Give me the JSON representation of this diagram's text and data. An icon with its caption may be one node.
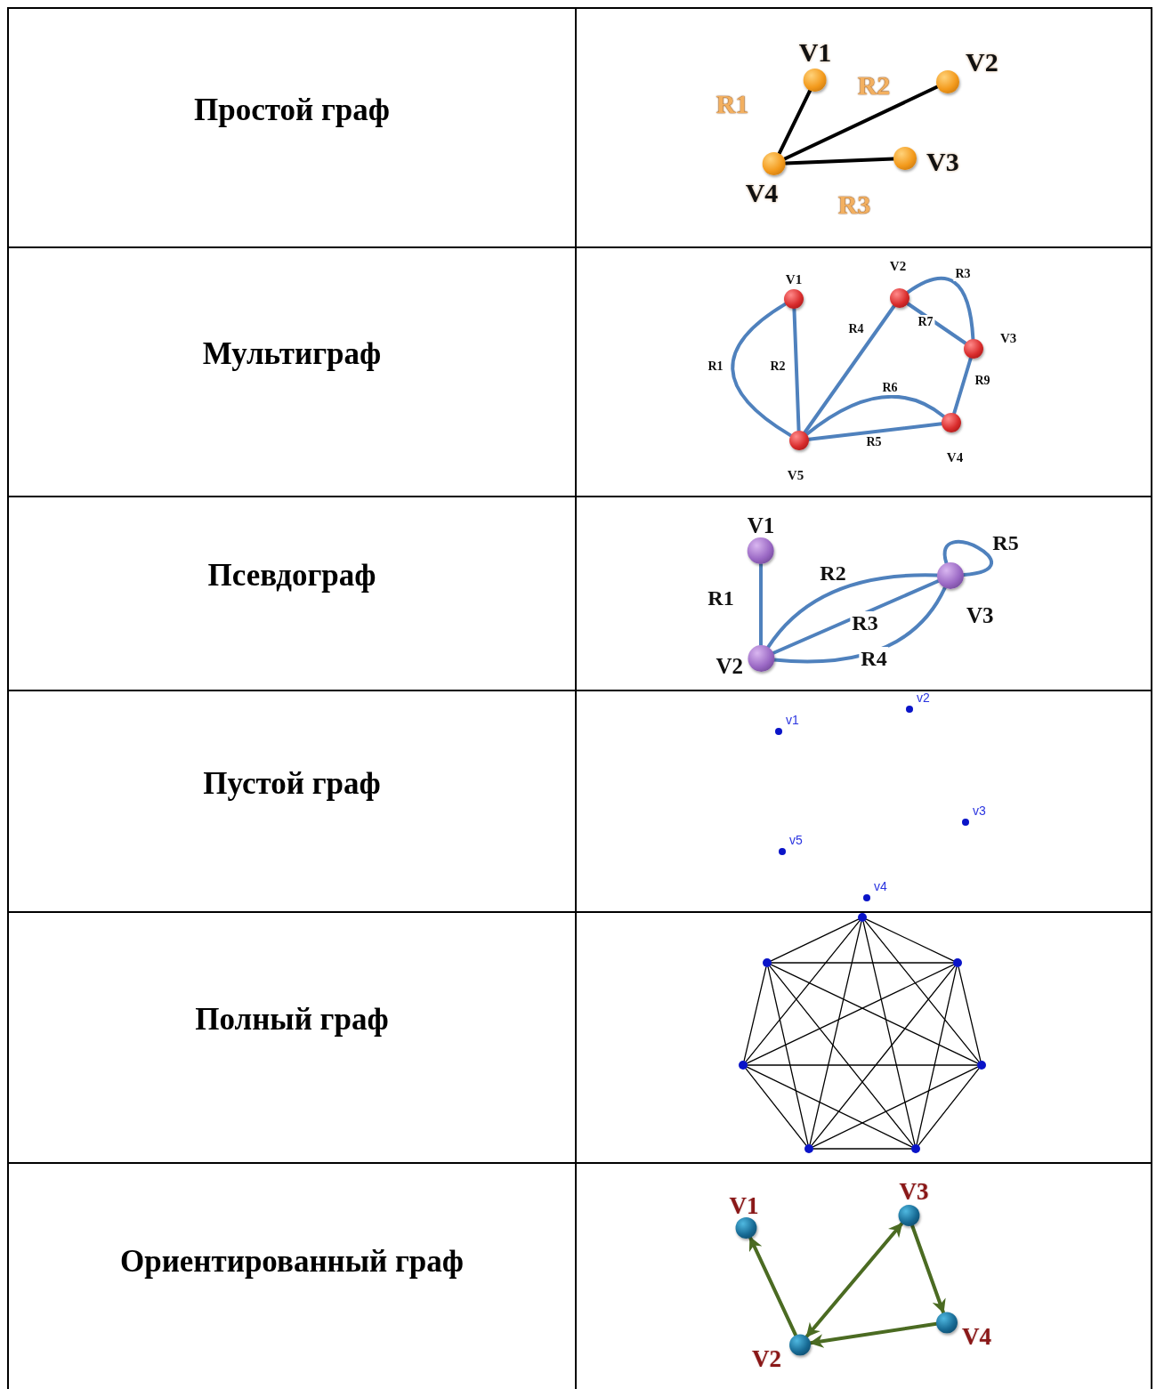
{
  "diagram": {
    "nodes": [
      {
        "text": [
          "V1"
        ]
      },
      {
        "text": [
          "V2"
        ]
      },
      {
        "text": [
          "V3"
        ]
      },
      {
        "text": [
          "V4"
        ]
      },
      {
        "text": [
          "V1"
        ]
      },
      {
        "text": [
          "V2"
        ]
      },
      {
        "text": [
          "V3"
        ]
      },
      {
        "text": [
          "V4"
        ]
      },
      {
        "text": [
          "V5"
        ]
      },
      {
        "text": [
          "V1"
        ]
      },
      {
        "text": [
          "V2"
        ]
      },
      {
        "text": [
          "V3"
        ]
      },
      {
        "text": [
          "v1"
        ]
      },
      {
        "text": [
          "v2"
        ]
      },
      {
        "text": [
          "v3"
        ]
      },
      {
        "text": [
          "v4"
        ]
      },
      {
        "text": [
          "v5"
        ]
      },
      {
        "text": [],
        "shape": "circle"
      },
      {
        "text": [],
        "shape": "circle"
      },
      {
        "text": [],
        "shape": "circle"
      },
      {
        "text": [],
        "shape": "circle"
      },
      {
        "text": [],
        "shape": "circle"
      },
      {
        "text": [],
        "shape": "circle"
      },
      {
        "text": [],
        "shape": "circle"
      },
      {
        "text": [
          "V1"
        ]
      },
      {
        "text": [
          "V2"
        ]
      },
      {
        "text": [
          "V3"
        ]
      },
      {
        "text": [
          "V4"
        ]
      }
    ],
    "edges": [
      {
        "from": 0,
        "to": 3,
        "arrow": "none",
        "label": "R1",
        "style": "thick"
      },
      {
        "from": 3,
        "to": 1,
        "arrow": "none",
        "label": "R2",
        "style": "thick"
      },
      {
        "from": 3,
        "to": 2,
        "arrow": "none",
        "label": "R3",
        "style": "thick"
      },
      {
        "from": 4,
        "to": 8,
        "arrow": "none",
        "label": "R1",
        "style": "thick",
        "color": "#4f81bd"
      },
      {
        "from": 4,
        "to": 8,
        "arrow": "none",
        "label": "R2",
        "style": "thick",
        "color": "#4f81bd"
      },
      {
        "from": 5,
        "to": 6,
        "arrow": "none",
        "label": "R3",
        "style": "thick",
        "color": "#4f81bd"
      },
      {
        "from": 5,
        "to": 8,
        "arrow": "none",
        "label": "R4",
        "style": "thick",
        "color": "#4f81bd"
      },
      {
        "from": 8,
        "to": 7,
        "arrow": "none",
        "label": "R5",
        "style": "thick",
        "color": "#4f81bd"
      },
      {
        "from": 8,
        "to": 7,
        "arrow": "none",
        "label": "R6",
        "style": "thick",
        "color": "#4f81bd"
      },
      {
        "from": 5,
        "to": 6,
        "arrow": "none",
        "label": "R7",
        "style": "thick",
        "color": "#4f81bd"
      },
      {
        "from": 6,
        "to": 7,
        "arrow": "none",
        "label": "R9",
        "style": "thick",
        "color": "#4f81bd"
      },
      {
        "from": 9,
        "to": 10,
        "arrow": "none",
        "label": "R1",
        "style": "thick",
        "color": "#4f81bd"
      },
      {
        "from": 10,
        "to": 11,
        "arrow": "none",
        "label": "R2",
        "style": "thick",
        "color": "#4f81bd"
      },
      {
        "from": 10,
        "to": 11,
        "arrow": "none",
        "label": "R3",
        "style": "thick",
        "color": "#4f81bd"
      },
      {
        "from": 10,
        "to": 11,
        "arrow": "none",
        "label": "R4",
        "style": "thick",
        "color": "#4f81bd"
      },
      {
        "from": 11,
        "to": 11,
        "arrow": "none",
        "label": "R5",
        "style": "thick",
        "color": "#4f81bd"
      },
      {
        "from": 17,
        "to": 18,
        "arrow": "none"
      },
      {
        "from": 17,
        "to": 19,
        "arrow": "none"
      },
      {
        "from": 17,
        "to": 20,
        "arrow": "none"
      },
      {
        "from": 17,
        "to": 21,
        "arrow": "none"
      },
      {
        "from": 17,
        "to": 22,
        "arrow": "none"
      },
      {
        "from": 17,
        "to": 23,
        "arrow": "none"
      },
      {
        "from": 18,
        "to": 19,
        "arrow": "none"
      },
      {
        "from": 18,
        "to": 20,
        "arrow": "none"
      },
      {
        "from": 18,
        "to": 21,
        "arrow": "none"
      },
      {
        "from": 18,
        "to": 22,
        "arrow": "none"
      },
      {
        "from": 18,
        "to": 23,
        "arrow": "none"
      },
      {
        "from": 19,
        "to": 20,
        "arrow": "none"
      },
      {
        "from": 19,
        "to": 21,
        "arrow": "none"
      },
      {
        "from": 19,
        "to": 22,
        "arrow": "none"
      },
      {
        "from": 19,
        "to": 23,
        "arrow": "none"
      },
      {
        "from": 20,
        "to": 21,
        "arrow": "none"
      },
      {
        "from": 20,
        "to": 22,
        "arrow": "none"
      },
      {
        "from": 20,
        "to": 23,
        "arrow": "none"
      },
      {
        "from": 21,
        "to": 22,
        "arrow": "none"
      },
      {
        "from": 21,
        "to": 23,
        "arrow": "none"
      },
      {
        "from": 22,
        "to": 23,
        "arrow": "none"
      },
      {
        "from": 25,
        "to": 24,
        "arrow": "to",
        "style": "thick",
        "color": "#4b6b22"
      },
      {
        "from": 25,
        "to": 26,
        "arrow": "both",
        "style": "thick",
        "color": "#4b6b22"
      },
      {
        "from": 26,
        "to": 27,
        "arrow": "to",
        "style": "thick",
        "color": "#4b6b22"
      },
      {
        "from": 27,
        "to": 25,
        "arrow": "to",
        "style": "thick",
        "color": "#4b6b22"
      }
    ],
    "labels": [
      "Простой граф",
      "Мультиграф",
      "Псевдограф",
      "Пустой граф",
      "Полный граф",
      "Ориентированный граф"
    ]
  }
}
